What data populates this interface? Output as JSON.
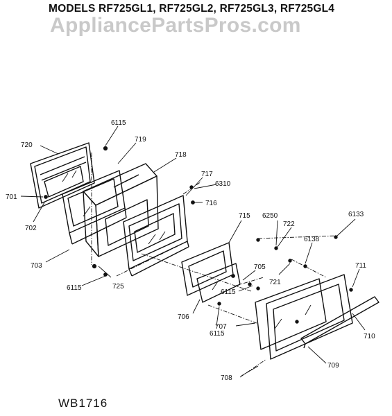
{
  "header": {
    "models": "MODELS RF725GL1, RF725GL2, RF725GL3, RF725GL4",
    "watermark": "AppliancePartsPros.com"
  },
  "diagram_code": "WB1716",
  "callouts": [
    {
      "id": "c6115a",
      "text": "6115"
    },
    {
      "id": "c719",
      "text": "719"
    },
    {
      "id": "c720",
      "text": "720"
    },
    {
      "id": "c718",
      "text": "718"
    },
    {
      "id": "c717",
      "text": "717"
    },
    {
      "id": "c6310",
      "text": "6310"
    },
    {
      "id": "c716",
      "text": "716"
    },
    {
      "id": "c701",
      "text": "701"
    },
    {
      "id": "c702",
      "text": "702"
    },
    {
      "id": "c703",
      "text": "703"
    },
    {
      "id": "c715",
      "text": "715"
    },
    {
      "id": "c6250",
      "text": "6250"
    },
    {
      "id": "c722",
      "text": "722"
    },
    {
      "id": "c6133",
      "text": "6133"
    },
    {
      "id": "c6138",
      "text": "6138"
    },
    {
      "id": "c711",
      "text": "711"
    },
    {
      "id": "c705",
      "text": "705"
    },
    {
      "id": "c721",
      "text": "721"
    },
    {
      "id": "c6115b",
      "text": "6115"
    },
    {
      "id": "c725",
      "text": "725"
    },
    {
      "id": "c6115c",
      "text": "6115"
    },
    {
      "id": "c706",
      "text": "706"
    },
    {
      "id": "c6115d",
      "text": "6115"
    },
    {
      "id": "c707",
      "text": "707"
    },
    {
      "id": "c710",
      "text": "710"
    },
    {
      "id": "c709",
      "text": "709"
    },
    {
      "id": "c708",
      "text": "708"
    }
  ]
}
